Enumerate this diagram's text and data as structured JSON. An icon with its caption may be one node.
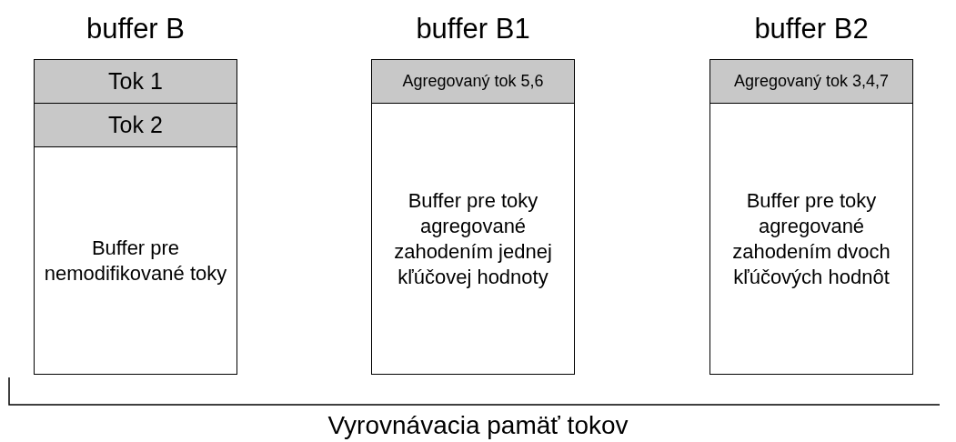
{
  "diagram": {
    "caption": "Vyrovnávacia pamäť tokov",
    "nodes": [
      {
        "text": [
          "buffer B",
          "Buffer pre nemodifikované toky"
        ]
      },
      {
        "text": [
          "Tok 1"
        ],
        "in": 0
      },
      {
        "text": [
          "Tok 2"
        ],
        "in": 0
      },
      {
        "text": [
          "buffer B1",
          "Buffer pre toky agregované zahodením jednej kľúčovej hodnoty"
        ]
      },
      {
        "text": [
          "Agregovaný tok 5,6"
        ],
        "in": 3
      },
      {
        "text": [
          "buffer B2",
          "Buffer pre toky agregované zahodením dvoch kľúčových hodnôt"
        ]
      },
      {
        "text": [
          "Agregovaný tok 3,4,7"
        ],
        "in": 5
      }
    ],
    "edges": []
  }
}
